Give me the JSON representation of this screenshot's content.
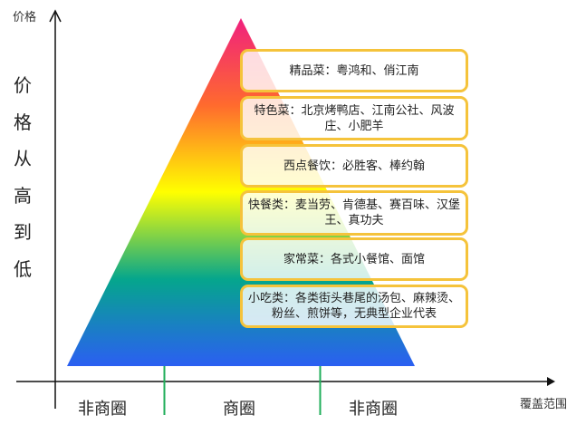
{
  "axes": {
    "y_title": "价格",
    "y_description_chars": [
      "价",
      "格",
      "从",
      "高",
      "到",
      "低"
    ],
    "x_title": "覆盖范围"
  },
  "zones": [
    {
      "label": "非商圈"
    },
    {
      "label": "商圈"
    },
    {
      "label": "非商圈"
    }
  ],
  "pyramid": {
    "gradient_top_to_bottom": [
      "#f0207e",
      "#ff7a2a",
      "#ffff00",
      "#06a88a",
      "#2a5ef0"
    ]
  },
  "tiers": [
    {
      "text": "精品菜：粤鸿和、俏江南"
    },
    {
      "text": "特色菜：北京烤鸭店、江南公社、风波庄、小肥羊"
    },
    {
      "text": "西点餐饮：必胜客、棒约翰"
    },
    {
      "text": "快餐类：麦当劳、肯德基、赛百味、汉堡王、真功夫"
    },
    {
      "text": "家常菜：各式小餐馆、面馆"
    },
    {
      "text": "小吃类：各类街头巷尾的汤包、麻辣烫、粉丝、煎饼等，无典型企业代表"
    }
  ],
  "colors": {
    "box_border": "#f5c33b",
    "zone_divider": "#1fae5a",
    "axis": "#111111"
  }
}
